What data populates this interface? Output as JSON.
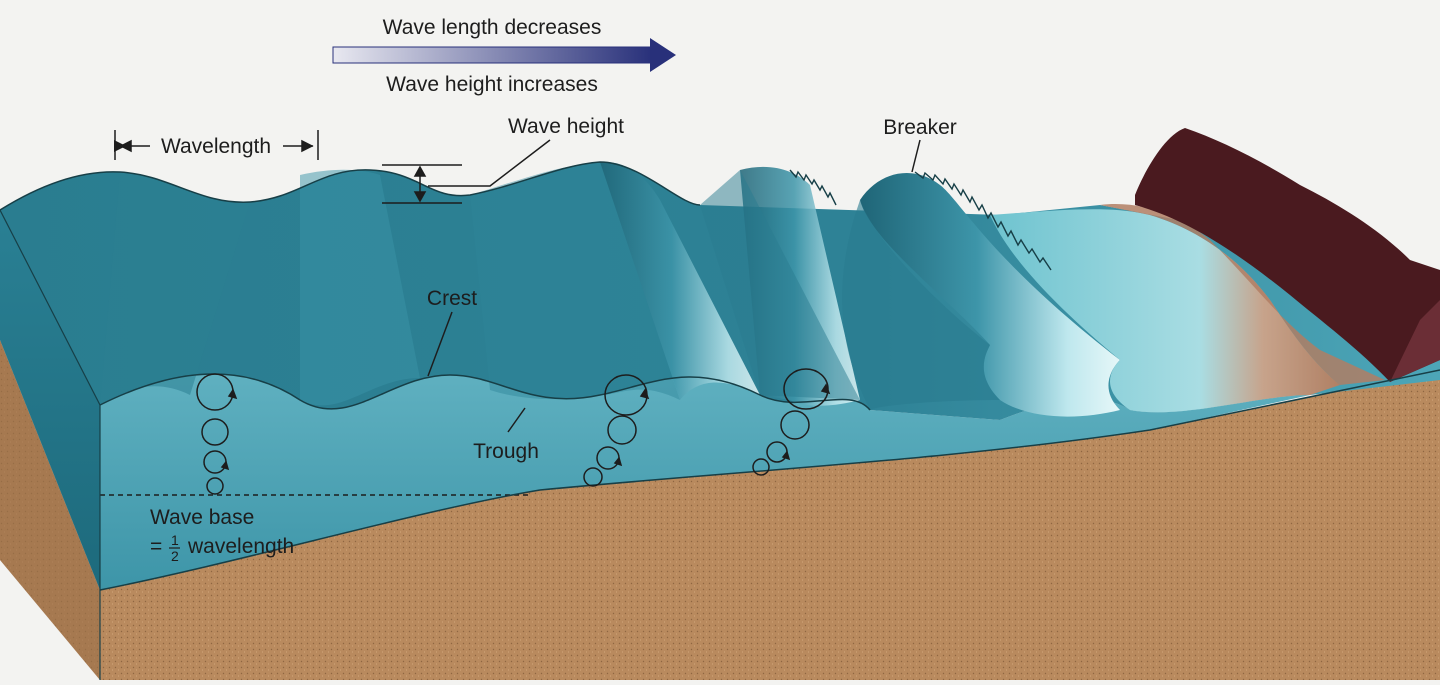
{
  "arrow": {
    "top_label": "Wave length decreases",
    "bottom_label": "Wave height increases"
  },
  "labels": {
    "wavelength": "Wavelength",
    "wave_height": "Wave height",
    "breaker": "Breaker",
    "crest": "Crest",
    "trough": "Trough",
    "wave_base_line1": "Wave base",
    "wave_base_eq": "=",
    "wave_base_num": "1",
    "wave_base_den": "2",
    "wave_base_word": "wavelength"
  },
  "colors": {
    "background": "#f3f3f1",
    "water_dark": "#1f6f83",
    "water_mid": "#3f94a8",
    "water_light": "#8fd1dc",
    "sand": "#b98a5e",
    "sand_dark": "#9c7048",
    "rock": "#4a1a1f",
    "arrow_start": "#e8e8f0",
    "arrow_end": "#28307a"
  }
}
